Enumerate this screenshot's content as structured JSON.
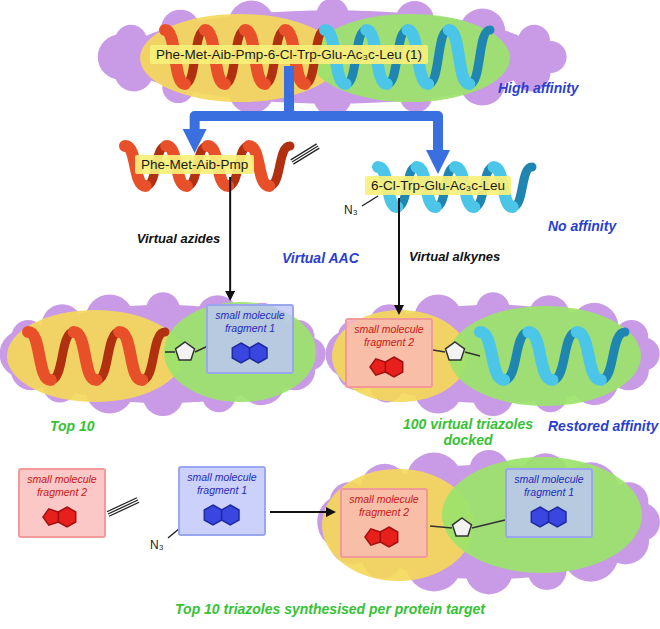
{
  "diagram": {
    "nodes": [
      {
        "text": [
          "Phe-Met-Aib-Pmp-6-Cl-Trp-Glu-Ac₃c-Leu (1)"
        ]
      },
      {
        "text": [
          "Phe-Met-Aib-Pmp"
        ]
      },
      {
        "text": [
          "6-Cl-Trp-Glu-Ac₃c-Leu"
        ]
      },
      {
        "text": [
          "small molecule fragment 1"
        ]
      },
      {
        "text": [
          "small molecule fragment 2"
        ]
      },
      {
        "text": [
          "small molecule fragment 2"
        ]
      },
      {
        "text": [
          "small molecule fragment 1"
        ]
      },
      {
        "text": [
          "small molecule fragment 2"
        ]
      },
      {
        "text": [
          "small molecule fragment 1"
        ]
      }
    ],
    "edges": [
      {
        "from": 0,
        "to": 1,
        "arrow": "to"
      },
      {
        "from": 0,
        "to": 2,
        "arrow": "to"
      },
      {
        "from": 1,
        "to": 3,
        "label": "Virtual azides",
        "arrow": "to"
      },
      {
        "from": 2,
        "to": 4,
        "label": "Virtual alkynes",
        "arrow": "to"
      },
      {
        "from": 6,
        "to": 7,
        "arrow": "to"
      }
    ],
    "labels": [
      "High affinity",
      "No affinity",
      "N₃",
      "Virtual AAC",
      "Restored affinity",
      "Top 10",
      "100 virtual triazoles docked",
      "N₃",
      "Top 10 triazoles synthesised per protein target"
    ]
  }
}
